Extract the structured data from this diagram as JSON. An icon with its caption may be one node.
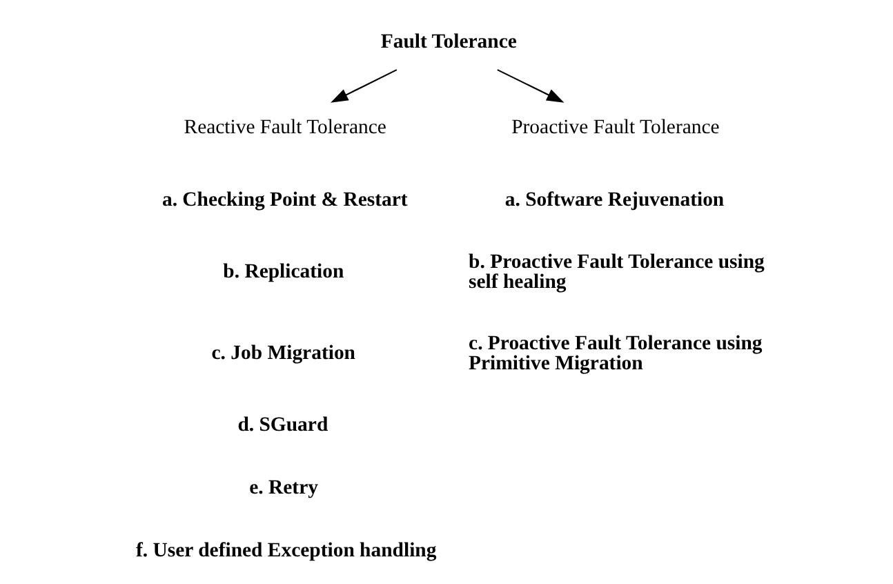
{
  "diagram": {
    "nodes": [
      {
        "text": [
          "Fault Tolerance"
        ]
      },
      {
        "text": [
          "Reactive Fault Tolerance"
        ]
      },
      {
        "text": [
          "Proactive Fault Tolerance"
        ]
      }
    ],
    "edges": [
      {
        "from": 0,
        "to": 1,
        "arrow": "to"
      },
      {
        "from": 0,
        "to": 2,
        "arrow": "to"
      }
    ],
    "labels": [
      "a. Checking Point & Restart",
      "b. Replication",
      "c. Job Migration",
      "d. SGuard",
      "e. Retry",
      "f. User defined Exception handling",
      "a. Software Rejuvenation",
      "b. Proactive Fault Tolerance using self healing",
      "c. Proactive Fault Tolerance using Primitive Migration"
    ]
  }
}
